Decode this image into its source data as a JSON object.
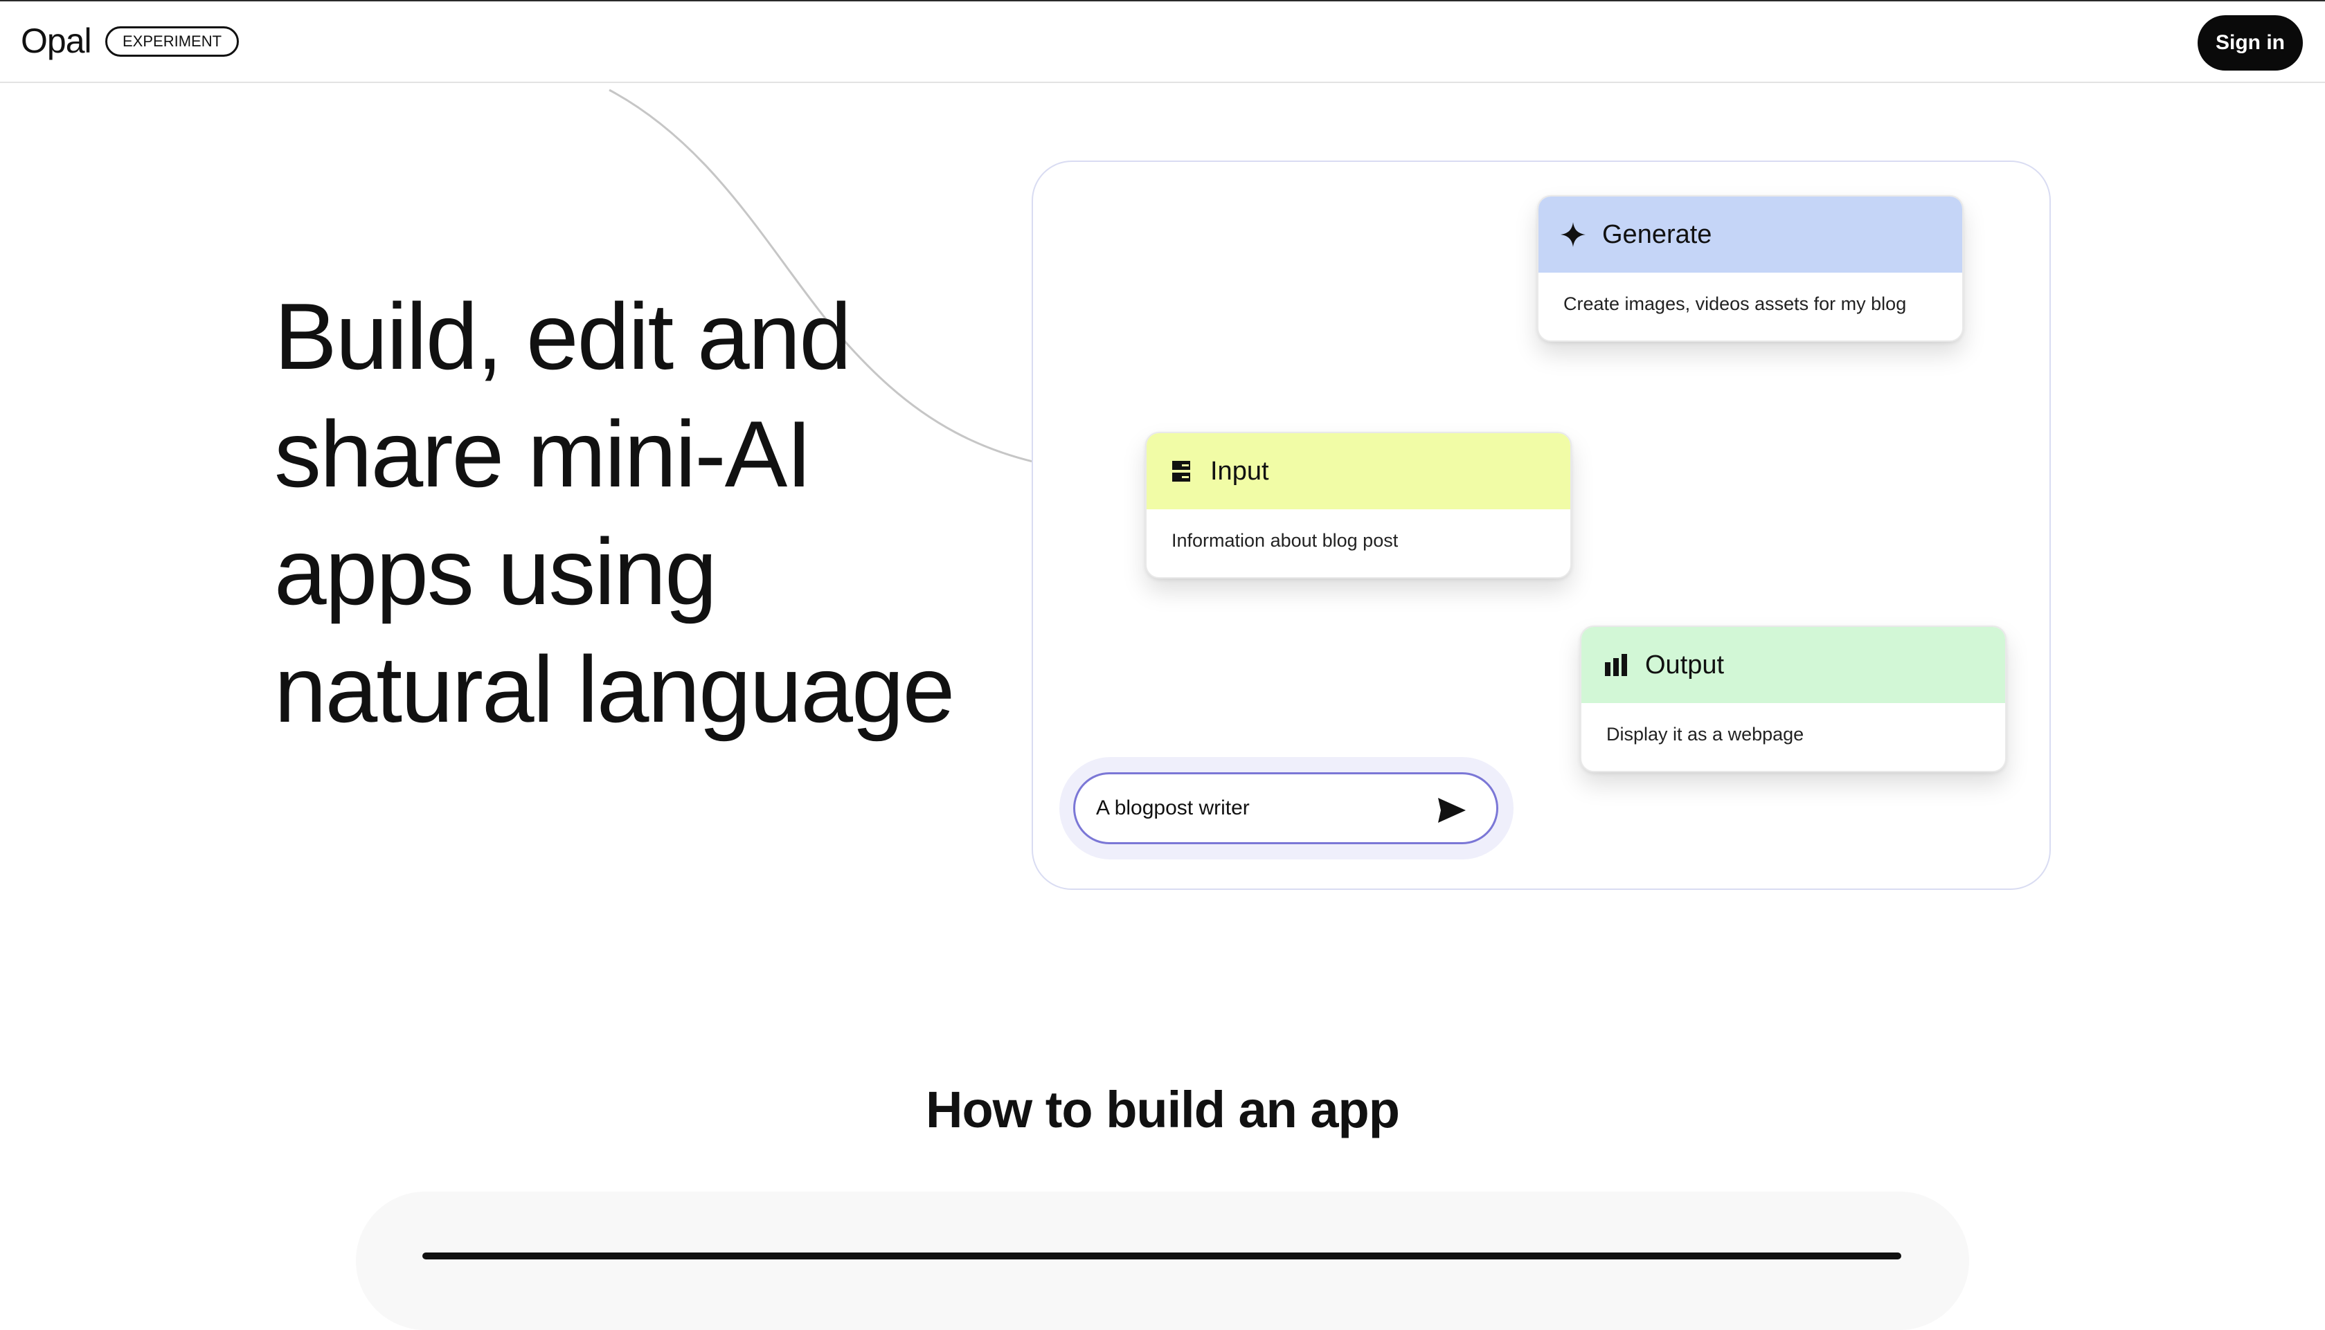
{
  "header": {
    "logo": "Opal",
    "badge": "EXPERIMENT",
    "signin_label": "Sign in"
  },
  "hero": {
    "lines": [
      "Build, edit and",
      "share mini-AI",
      "apps using",
      "natural language"
    ]
  },
  "diagram": {
    "generate": {
      "title": "Generate",
      "description": "Create images, videos assets for my blog",
      "icon": "sparkle-icon",
      "color": "#c5d5f7"
    },
    "input": {
      "title": "Input",
      "description": "Information about blog post",
      "icon": "input-icon",
      "color": "#f1fca6"
    },
    "output": {
      "title": "Output",
      "description": "Display it as a webpage",
      "icon": "bar-chart-icon",
      "color": "#d2f7d6"
    },
    "prompt": {
      "value": "A blogpost writer",
      "icon": "send-icon"
    }
  },
  "section": {
    "title": "How to build an app"
  },
  "colors": {
    "accent": "#7b77d6",
    "dark": "#0a0a0a"
  }
}
